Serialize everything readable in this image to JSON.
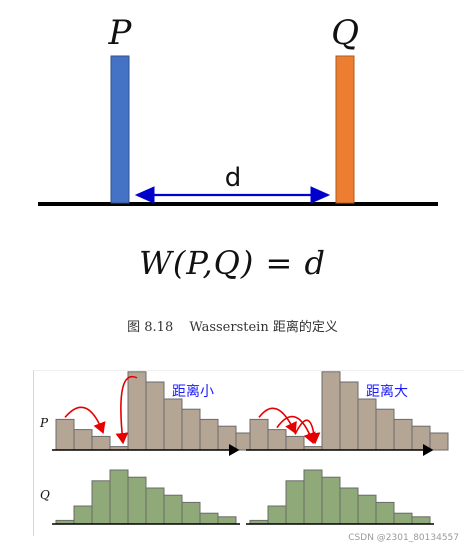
{
  "top_diagram": {
    "label_p": "P",
    "label_q": "Q",
    "label_d": "d",
    "colors": {
      "bar_p": "#4472c4",
      "bar_q": "#ed7d31",
      "arrow": "#0000cc",
      "baseline": "#000000"
    }
  },
  "formula": "W(P,Q) = d",
  "caption": {
    "figure_number": "图 8.18",
    "title": "Wasserstein 距离的定义"
  },
  "histograms": {
    "label_small": "距离小",
    "label_large": "距离大",
    "row_label_p": "P",
    "row_label_q": "Q",
    "colors": {
      "p_fill": "#b5a594",
      "q_fill": "#8faa78",
      "arrow": "#e60000",
      "label": "#1a1aff"
    },
    "panels": [
      {
        "name": "small",
        "p_values": [
          9,
          6,
          4,
          1,
          23,
          20,
          15,
          12,
          9,
          7,
          5
        ],
        "q_values": [
          1,
          5,
          12,
          15,
          13,
          10,
          8,
          6,
          3,
          2
        ]
      },
      {
        "name": "large",
        "p_values": [
          9,
          6,
          4,
          1,
          23,
          20,
          15,
          12,
          9,
          7,
          5
        ],
        "q_values": [
          1,
          5,
          12,
          15,
          13,
          10,
          8,
          6,
          3,
          2
        ]
      }
    ]
  },
  "watermark": "CSDN @2301_80134557"
}
